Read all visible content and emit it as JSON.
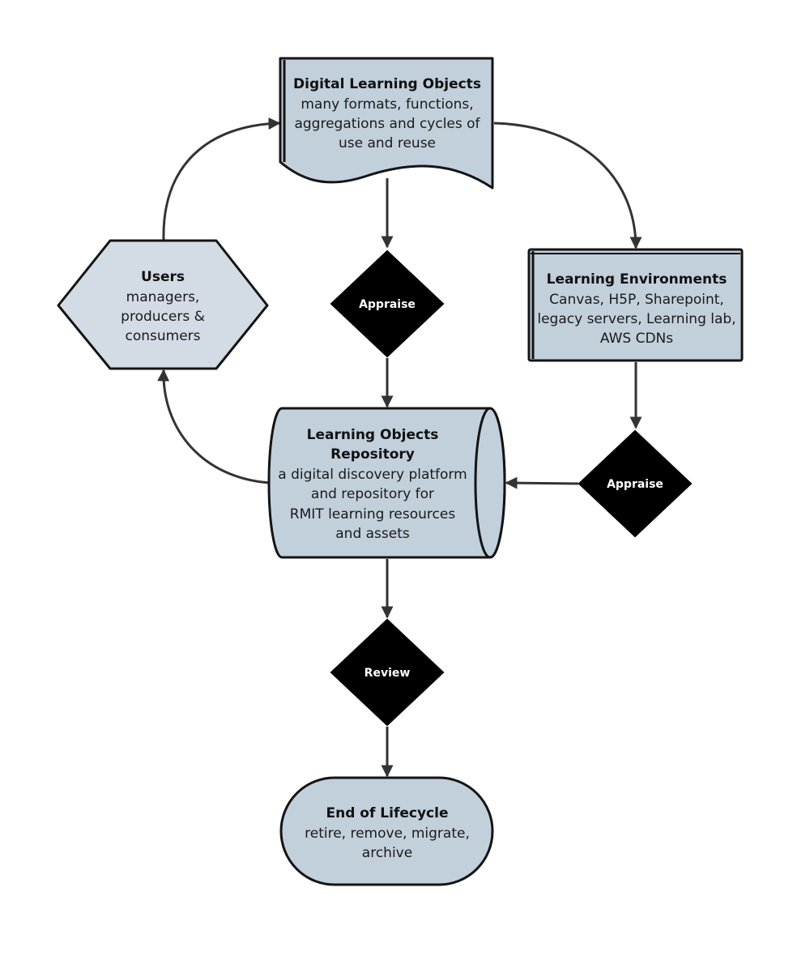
{
  "diagram": {
    "nodes": {
      "dlo": {
        "title": "Digital Learning Objects",
        "line1": "many formats, functions,",
        "line2": "aggregations and cycles of",
        "line3": "use and reuse"
      },
      "users": {
        "title": "Users",
        "line1": "managers,",
        "line2": "producers &",
        "line3": "consumers"
      },
      "env": {
        "title": "Learning Environments",
        "line1": "Canvas, H5P, Sharepoint,",
        "line2": "legacy servers, Learning lab,",
        "line3": "AWS CDNs"
      },
      "repo": {
        "title1": "Learning Objects",
        "title2": "Repository",
        "line1": "a digital discovery platform",
        "line2": "and repository for",
        "line3": "RMIT learning resources",
        "line4": "and assets"
      },
      "end": {
        "title": "End of Lifecycle",
        "line1": "retire, remove, migrate,",
        "line2": "archive"
      }
    },
    "decisions": {
      "appraise_center": "Appraise",
      "appraise_right": "Appraise",
      "review": "Review"
    },
    "edges": [
      {
        "from": "dlo",
        "to": "appraise_center"
      },
      {
        "from": "appraise_center",
        "to": "repo"
      },
      {
        "from": "dlo",
        "to": "env"
      },
      {
        "from": "env",
        "to": "appraise_right"
      },
      {
        "from": "appraise_right",
        "to": "repo"
      },
      {
        "from": "repo",
        "to": "users"
      },
      {
        "from": "users",
        "to": "dlo"
      },
      {
        "from": "repo",
        "to": "review"
      },
      {
        "from": "review",
        "to": "end"
      }
    ],
    "colors": {
      "node_fill": "#c2d0dc",
      "users_fill": "#d3dbe4",
      "decision_fill": "#000000",
      "stroke": "#141414",
      "edge": "#333333"
    }
  }
}
